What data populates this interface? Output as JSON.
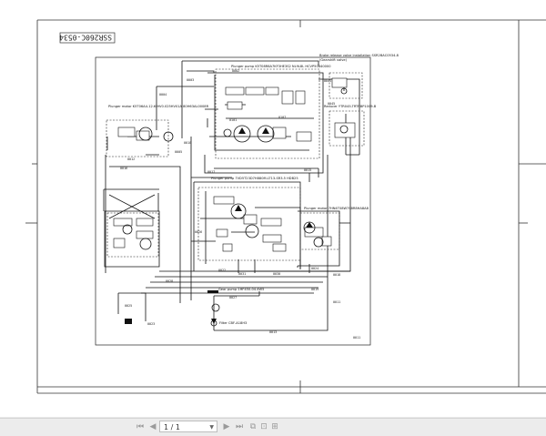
{
  "document": {
    "drawing_number": "SSR260C-0534",
    "labels": {
      "brake_valve": "Brake release valve installation SSR2BAC0534-8",
      "brake_valve_sub": "(Gearshift valve)",
      "plunger_pump_top": "Plunger pump K5T08R8A7KF3HE3S2 NL9L8L HCVP50840000",
      "reducer": "Reducer YTR045-TRTRBP1009-B",
      "plunger_motor": "Plunger motor K5T06A4-12.6 HV0.025HV01A 80H63AL0008R",
      "plunger_pump_mid": "Plunger pump 7VD5T23D7H880M-LT13-SR3.5 HDB25",
      "plunger_motor_small": "Plunger motor 7HN4T08W7S8R8HA8A8",
      "gear_pump": "Gear pump 1HF450-04.4W5",
      "filter": "Filter CBF-A18H3"
    }
  },
  "toolbar": {
    "first_label": "⏮",
    "prev_label": "◀",
    "page_value": "1 / 1",
    "next_label": "▶",
    "last_label": "⏭",
    "icon_a": "⧉",
    "icon_b": "⊡",
    "icon_c": "⊞"
  }
}
